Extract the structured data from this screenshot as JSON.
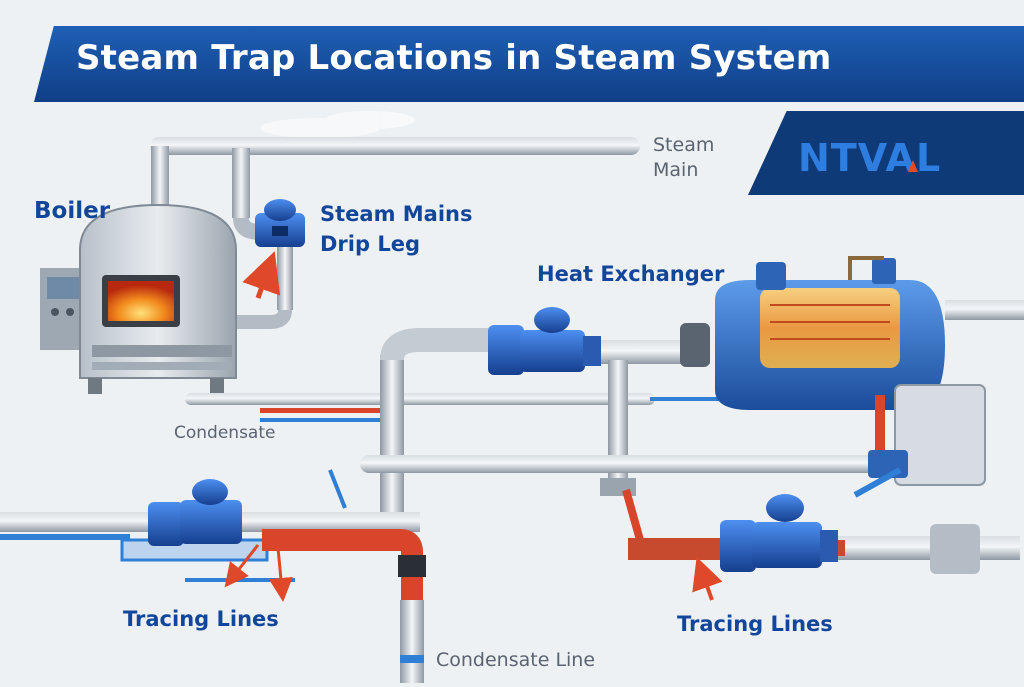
{
  "title": "Steam Trap Locations in Steam System",
  "logo": {
    "text": "NTVAL"
  },
  "labels": {
    "boiler": "Boiler",
    "steam_main_line1": "Steam",
    "steam_main_line2": "Main",
    "drip_leg_line1": "Steam Mains",
    "drip_leg_line2": "Drip Leg",
    "heat_exchanger": "Heat Exchanger",
    "condensate": "Condensate",
    "tracing_lines_left": "Tracing Lines",
    "tracing_lines_right": "Tracing Lines",
    "condensate_line": "Condensate Line"
  },
  "colors": {
    "title_banner": "#1a56a8",
    "label_text": "#12469a",
    "trap_body": "#1f5fc4",
    "pipe": "#a9b3bd",
    "hot_line": "#d9452a",
    "condensate_line": "#2f7fd6",
    "flame": "#f08a1c"
  },
  "icons": [
    "steam-trap-icon",
    "boiler-icon",
    "heat-exchanger-icon",
    "flame-icon",
    "flow-arrow-icon"
  ]
}
